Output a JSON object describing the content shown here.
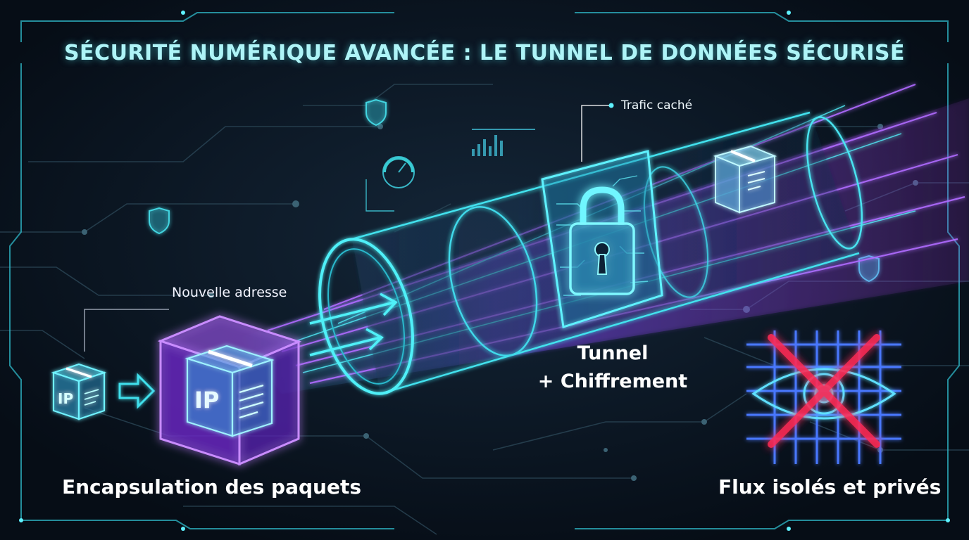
{
  "title": "SÉCURITÉ NUMÉRIQUE AVANCÉE : LE TUNNEL DE DONNÉES SÉCURISÉ",
  "labels": {
    "trafic": "Trafic caché",
    "nouvelle_adresse": "Nouvelle adresse",
    "tunnel_line1": "Tunnel",
    "tunnel_line2": "+ Chiffrement",
    "encapsulation": "Encapsulation des paquets",
    "flux": "Flux isolés et privés"
  },
  "packet_label": "IP",
  "icons": {
    "packet": "package-icon",
    "arrow": "arrow-right-icon",
    "lock": "padlock-icon",
    "shield": "shield-icon",
    "eye": "eye-icon",
    "blocked": "cross-icon"
  },
  "colors": {
    "background": "#08111d",
    "accent_cyan": "#3fe9f0",
    "accent_purple": "#a24cff",
    "block_red": "#ff2a55",
    "text": "#ffffff"
  }
}
